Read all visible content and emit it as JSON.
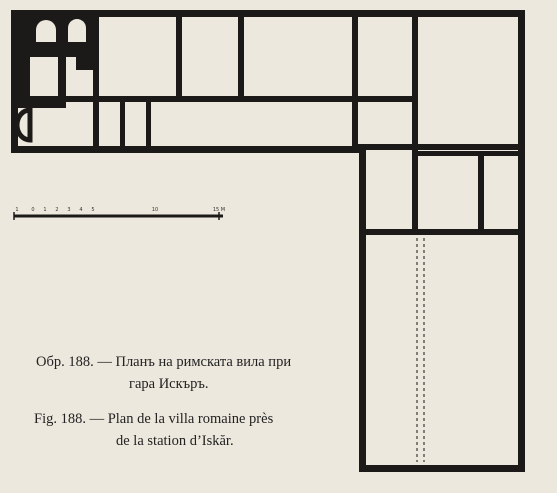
{
  "figure": {
    "scale_bar": {
      "tick_labels": [
        "1",
        "0",
        "1",
        "2",
        "3",
        "4",
        "5",
        "10",
        "15 M"
      ]
    },
    "caption_bg": {
      "line1": "Обр. 188. — Планъ на римската вила при",
      "line2": "гара Искъръ."
    },
    "caption_fr": {
      "line1": "Fig. 188. — Plan de la villa  romaine près",
      "line2": "de la station d’Iskăr."
    }
  },
  "colors": {
    "paper": "#ece8dd",
    "wall": "#1b1a18",
    "text": "#222222"
  }
}
